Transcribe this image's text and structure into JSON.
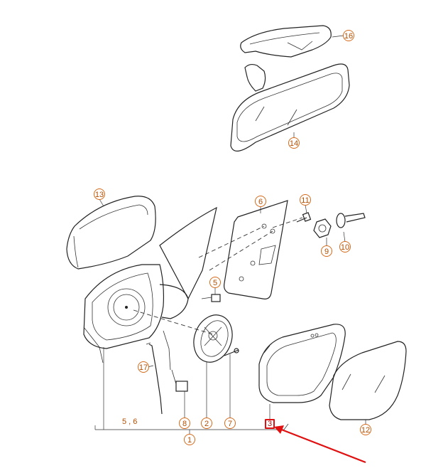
{
  "diagram": {
    "callouts": {
      "c1": "1",
      "c2": "2",
      "c3": "3",
      "c5": "5",
      "c56": "5 , 6",
      "c6": "6",
      "c7": "7",
      "c8": "8",
      "c9": "9",
      "c10": "10",
      "c11": "11",
      "c12": "12",
      "c13": "13",
      "c14": "14",
      "c16": "16",
      "c17": "17"
    },
    "highlight_color": "#e01010",
    "callout_color": "#d46a1a",
    "highlighted_callout": "3"
  }
}
